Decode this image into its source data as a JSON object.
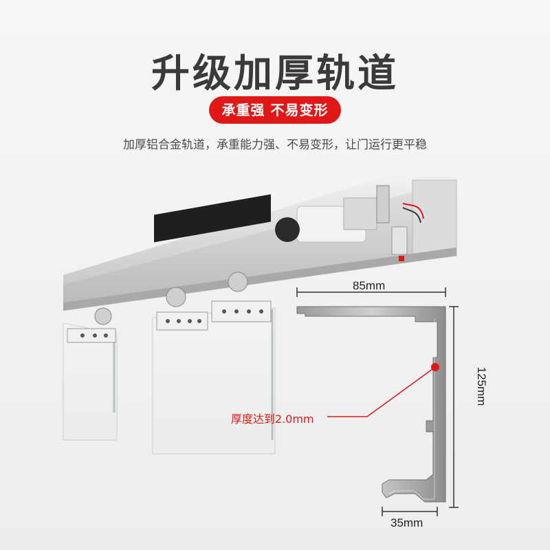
{
  "header": {
    "title": "升级加厚轨道",
    "badge": "承重强  不易变形",
    "subtitle": "加厚铝合金轨道，承重能力强、不易变形，让门运行更平稳"
  },
  "dimensions": {
    "width_top": "85mm",
    "height_right": "125mm",
    "width_bottom": "35mm",
    "thickness_note": "厚度达到2.0mm"
  },
  "colors": {
    "accent": "#e01818",
    "text": "#3a3a3a",
    "background": "#f2f2f2"
  }
}
